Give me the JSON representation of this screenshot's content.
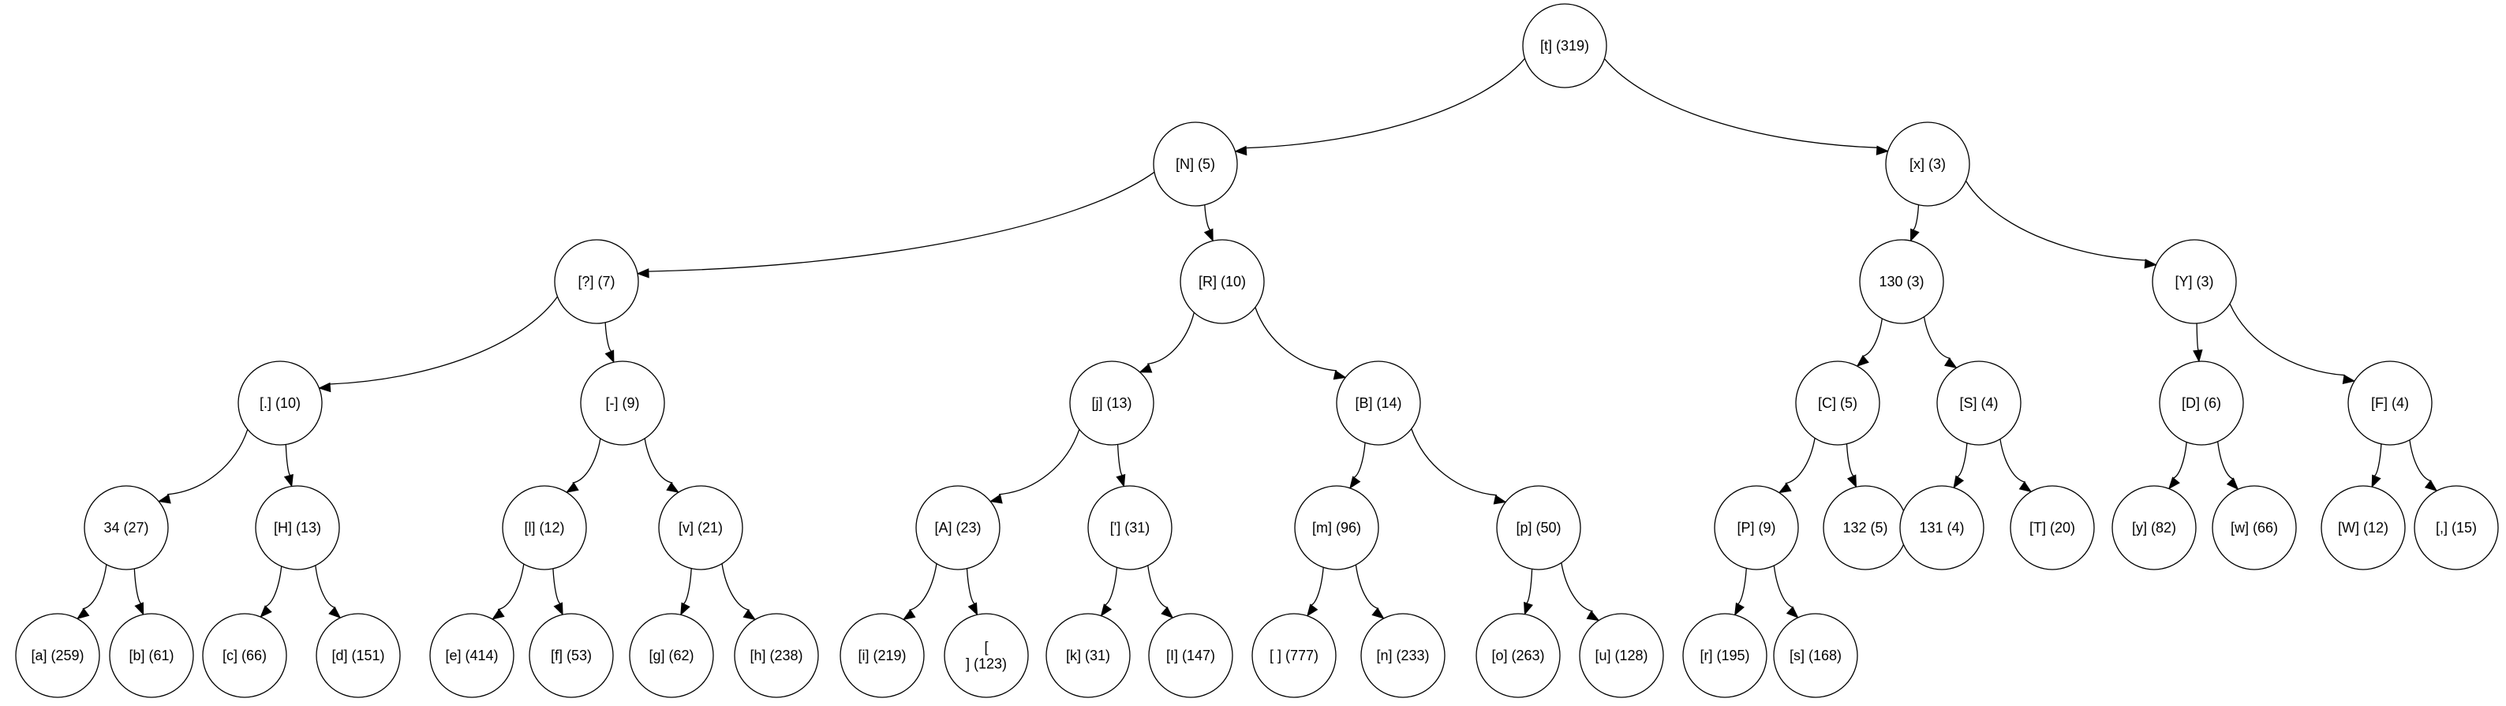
{
  "diagram": {
    "type": "binary-tree",
    "nodes": [
      {
        "id": "n1",
        "label": "[t] (319)"
      },
      {
        "id": "n2",
        "label": "[N] (5)"
      },
      {
        "id": "n3",
        "label": "[x] (3)"
      },
      {
        "id": "n4",
        "label": "[?] (7)"
      },
      {
        "id": "n5",
        "label": "[R] (10)"
      },
      {
        "id": "n6",
        "label": "130 (3)"
      },
      {
        "id": "n7",
        "label": "[Y] (3)"
      },
      {
        "id": "n8",
        "label": "[.] (10)"
      },
      {
        "id": "n9",
        "label": "[-] (9)"
      },
      {
        "id": "n10",
        "label": "[j] (13)"
      },
      {
        "id": "n11",
        "label": "[B] (14)"
      },
      {
        "id": "n12",
        "label": "[C] (5)"
      },
      {
        "id": "n13",
        "label": "[S] (4)"
      },
      {
        "id": "n14",
        "label": "[D] (6)"
      },
      {
        "id": "n15",
        "label": "[F] (4)"
      },
      {
        "id": "n16",
        "label": "34 (27)"
      },
      {
        "id": "n17",
        "label": "[H] (13)"
      },
      {
        "id": "n18",
        "label": "[l] (12)"
      },
      {
        "id": "n19",
        "label": "[v] (21)"
      },
      {
        "id": "n20",
        "label": "[A] (23)"
      },
      {
        "id": "n21",
        "label": "['] (31)"
      },
      {
        "id": "n22",
        "label": "[m] (96)"
      },
      {
        "id": "n23",
        "label": "[p] (50)"
      },
      {
        "id": "n24",
        "label": "[P] (9)"
      },
      {
        "id": "n25",
        "label": "132 (5)"
      },
      {
        "id": "n26",
        "label": "131 (4)"
      },
      {
        "id": "n27",
        "label": "[T] (20)"
      },
      {
        "id": "n28",
        "label": "[y] (82)"
      },
      {
        "id": "n29",
        "label": "[w] (66)"
      },
      {
        "id": "n30",
        "label": "[W] (12)"
      },
      {
        "id": "n31",
        "label": "[,] (15)"
      },
      {
        "id": "n32",
        "label": "[a] (259)"
      },
      {
        "id": "n33",
        "label": "[b] (61)"
      },
      {
        "id": "n34",
        "label": "[c] (66)"
      },
      {
        "id": "n35",
        "label": "[d] (151)"
      },
      {
        "id": "n36",
        "label": "[e] (414)"
      },
      {
        "id": "n37",
        "label": "[f] (53)"
      },
      {
        "id": "n38",
        "label": "[g] (62)"
      },
      {
        "id": "n39",
        "label": "[h] (238)"
      },
      {
        "id": "n40",
        "label": "[i] (219)"
      },
      {
        "id": "n41",
        "label": "[\n] (123)"
      },
      {
        "id": "n42",
        "label": "[k] (31)"
      },
      {
        "id": "n43",
        "label": "[I] (147)"
      },
      {
        "id": "n44",
        "label": "[ ] (777)"
      },
      {
        "id": "n45",
        "label": "[n] (233)"
      },
      {
        "id": "n46",
        "label": "[o] (263)"
      },
      {
        "id": "n47",
        "label": "[u] (128)"
      },
      {
        "id": "n48",
        "label": "[r] (195)"
      },
      {
        "id": "n49",
        "label": "[s] (168)"
      }
    ],
    "edges": [
      {
        "from": "n1",
        "to": "n2"
      },
      {
        "from": "n1",
        "to": "n3"
      },
      {
        "from": "n2",
        "to": "n4"
      },
      {
        "from": "n2",
        "to": "n5"
      },
      {
        "from": "n3",
        "to": "n6"
      },
      {
        "from": "n3",
        "to": "n7"
      },
      {
        "from": "n4",
        "to": "n8"
      },
      {
        "from": "n4",
        "to": "n9"
      },
      {
        "from": "n5",
        "to": "n10"
      },
      {
        "from": "n5",
        "to": "n11"
      },
      {
        "from": "n6",
        "to": "n12"
      },
      {
        "from": "n6",
        "to": "n13"
      },
      {
        "from": "n7",
        "to": "n14"
      },
      {
        "from": "n7",
        "to": "n15"
      },
      {
        "from": "n8",
        "to": "n16"
      },
      {
        "from": "n8",
        "to": "n17"
      },
      {
        "from": "n9",
        "to": "n18"
      },
      {
        "from": "n9",
        "to": "n19"
      },
      {
        "from": "n10",
        "to": "n20"
      },
      {
        "from": "n10",
        "to": "n21"
      },
      {
        "from": "n11",
        "to": "n22"
      },
      {
        "from": "n11",
        "to": "n23"
      },
      {
        "from": "n12",
        "to": "n24"
      },
      {
        "from": "n12",
        "to": "n25"
      },
      {
        "from": "n13",
        "to": "n26"
      },
      {
        "from": "n13",
        "to": "n27"
      },
      {
        "from": "n14",
        "to": "n28"
      },
      {
        "from": "n14",
        "to": "n29"
      },
      {
        "from": "n15",
        "to": "n30"
      },
      {
        "from": "n15",
        "to": "n31"
      },
      {
        "from": "n16",
        "to": "n32"
      },
      {
        "from": "n16",
        "to": "n33"
      },
      {
        "from": "n17",
        "to": "n34"
      },
      {
        "from": "n17",
        "to": "n35"
      },
      {
        "from": "n18",
        "to": "n36"
      },
      {
        "from": "n18",
        "to": "n37"
      },
      {
        "from": "n19",
        "to": "n38"
      },
      {
        "from": "n19",
        "to": "n39"
      },
      {
        "from": "n20",
        "to": "n40"
      },
      {
        "from": "n20",
        "to": "n41"
      },
      {
        "from": "n21",
        "to": "n42"
      },
      {
        "from": "n21",
        "to": "n43"
      },
      {
        "from": "n22",
        "to": "n44"
      },
      {
        "from": "n22",
        "to": "n45"
      },
      {
        "from": "n23",
        "to": "n46"
      },
      {
        "from": "n23",
        "to": "n47"
      },
      {
        "from": "n24",
        "to": "n48"
      },
      {
        "from": "n24",
        "to": "n49"
      }
    ]
  }
}
